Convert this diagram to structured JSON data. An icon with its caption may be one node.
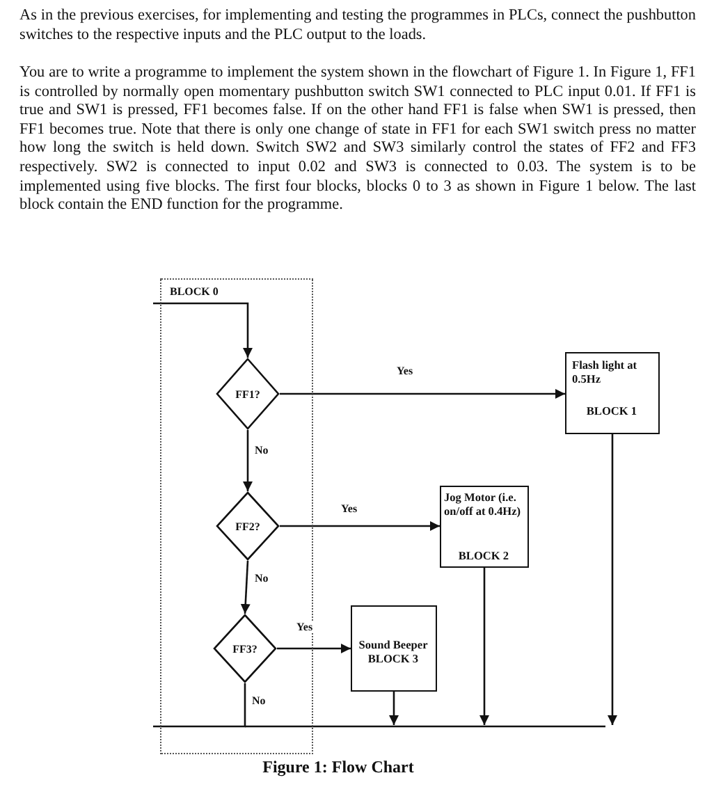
{
  "diagram": {
    "caption": "Figure 1: Flow Chart",
    "nodes": [
      {
        "text": [
          "BLOCK 0"
        ]
      },
      {
        "text": [
          "FF1?"
        ],
        "in": 0
      },
      {
        "text": [
          "FF2?"
        ],
        "in": 0
      },
      {
        "text": [
          "FF3?"
        ],
        "in": 0
      },
      {
        "text": [
          "Flash light at 0.5Hz",
          "BLOCK 1"
        ]
      },
      {
        "text": [
          "Jog Motor (i.e. on/off at 0.4Hz)",
          "BLOCK 2"
        ]
      },
      {
        "text": [
          "Sound Beeper",
          "BLOCK 3"
        ]
      }
    ],
    "edges": [
      {
        "from": null,
        "to": 1,
        "arrow": "to"
      },
      {
        "from": 1,
        "to": 4,
        "arrow": "to",
        "label": "Yes"
      },
      {
        "from": 1,
        "to": 2,
        "arrow": "to",
        "label": "No"
      },
      {
        "from": 2,
        "to": 5,
        "arrow": "to",
        "label": "Yes"
      },
      {
        "from": 2,
        "to": 3,
        "arrow": "to",
        "label": "No"
      },
      {
        "from": 3,
        "to": 6,
        "arrow": "to",
        "label": "Yes"
      },
      {
        "from": 3,
        "to": null,
        "arrow": "none",
        "label": "No"
      },
      {
        "from": 6,
        "to": null,
        "arrow": "to"
      },
      {
        "from": 5,
        "to": null,
        "arrow": "to"
      },
      {
        "from": 4,
        "to": null,
        "arrow": "to"
      }
    ],
    "labels": [
      "As in the previous exercises, for implementing and testing the programmes in PLCs, connect the pushbutton switches to the respective inputs and the PLC output to the loads.",
      "You are to write a programme to implement the system shown in the flowchart of Figure 1. In Figure 1, FF1 is controlled by normally open momentary pushbutton switch SW1 connected to PLC input 0.01. If FF1 is true and SW1 is pressed, FF1 becomes false. If on the other hand FF1 is false when SW1 is pressed, then FF1 becomes true. Note that there is only one change of state in FF1 for each SW1 switch press no matter how long the switch is held down. Switch SW2 and SW3 similarly control the states of FF2 and FF3 respectively. SW2 is connected to input 0.02 and SW3 is connected to 0.03. The system is to be implemented using five blocks. The first four blocks, blocks 0 to 3 as shown in Figure 1 below. The last block contain the END function for the programme."
    ]
  }
}
